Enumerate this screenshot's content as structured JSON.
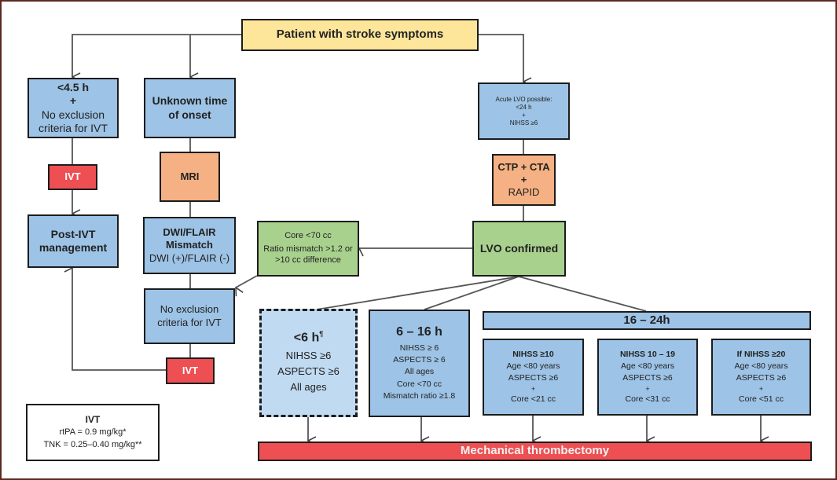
{
  "title_box": "Patient with stroke symptoms",
  "left_branch": {
    "time_box": {
      "line1": "<4.5 h",
      "plus": "+",
      "line2": "No exclusion",
      "line3": "criteria for IVT"
    },
    "ivt_box": "IVT",
    "post_ivt_box": {
      "line1": "Post-IVT",
      "line2": "management"
    }
  },
  "unknown_branch": {
    "onset_box": {
      "line1": "Unknown time",
      "line2": "of onset"
    },
    "mri_box": "MRI",
    "mismatch_box": {
      "line1": "DWI/FLAIR",
      "line2": "Mismatch",
      "line3": "DWI (+)/FLAIR (-)"
    },
    "no_exclusion_box": {
      "line1": "No exclusion",
      "line2": "criteria for IVT"
    },
    "ivt_box": "IVT"
  },
  "lvo_branch": {
    "possible_box": {
      "line1": "Acute LVO possible:",
      "line2": "<24 h",
      "plus": "+",
      "line3": "NIHSS ≥6"
    },
    "imaging_box": {
      "line1": "CTP + CTA",
      "plus": "+",
      "line2": "RAPID"
    },
    "confirmed_box": "LVO confirmed",
    "core_box": {
      "line1": "Core <70 cc",
      "line2": "Ratio mismatch >1.2 or",
      "line3": ">10 cc difference"
    }
  },
  "windows": {
    "lt6": {
      "title": "<6 h",
      "sup": "¶",
      "lines": [
        "NIHSS ≥6",
        "ASPECTS ≥6",
        "All ages"
      ]
    },
    "w6_16": {
      "title": "6 – 16 h",
      "lines": [
        "NIHSS ≥ 6",
        "ASPECTS ≥ 6",
        "All ages",
        "Core <70 cc",
        "Mismatch ratio ≥1.8"
      ]
    },
    "w16_24": {
      "title": "16 – 24h",
      "boxes": [
        {
          "head": "NIHSS ≥10",
          "lines": [
            "Age <80 years",
            "ASPECTS ≥6",
            "+",
            "Core <21 cc"
          ]
        },
        {
          "head": "NIHSS 10 – 19",
          "lines": [
            "Age <80 years",
            "ASPECTS ≥6",
            "+",
            "Core <31 cc"
          ]
        },
        {
          "head": "If NIHSS ≥20",
          "lines": [
            "Age <80 years",
            "ASPECTS ≥6",
            "+",
            "Core <51 cc"
          ]
        }
      ]
    }
  },
  "outcome_bar": "Mechanical thrombectomy",
  "legend": {
    "title": "IVT",
    "line1": "rtPA = 0.9 mg/kg*",
    "line2": "TNK = 0.25–0.40 mg/kg**"
  },
  "colors": {
    "blue": "#9dc3e6",
    "light_blue": "#c0daf1",
    "yellow": "#fde59a",
    "orange": "#f5b183",
    "red": "#ee4f52",
    "green": "#a9d18e",
    "frame": "#5a2a22"
  }
}
